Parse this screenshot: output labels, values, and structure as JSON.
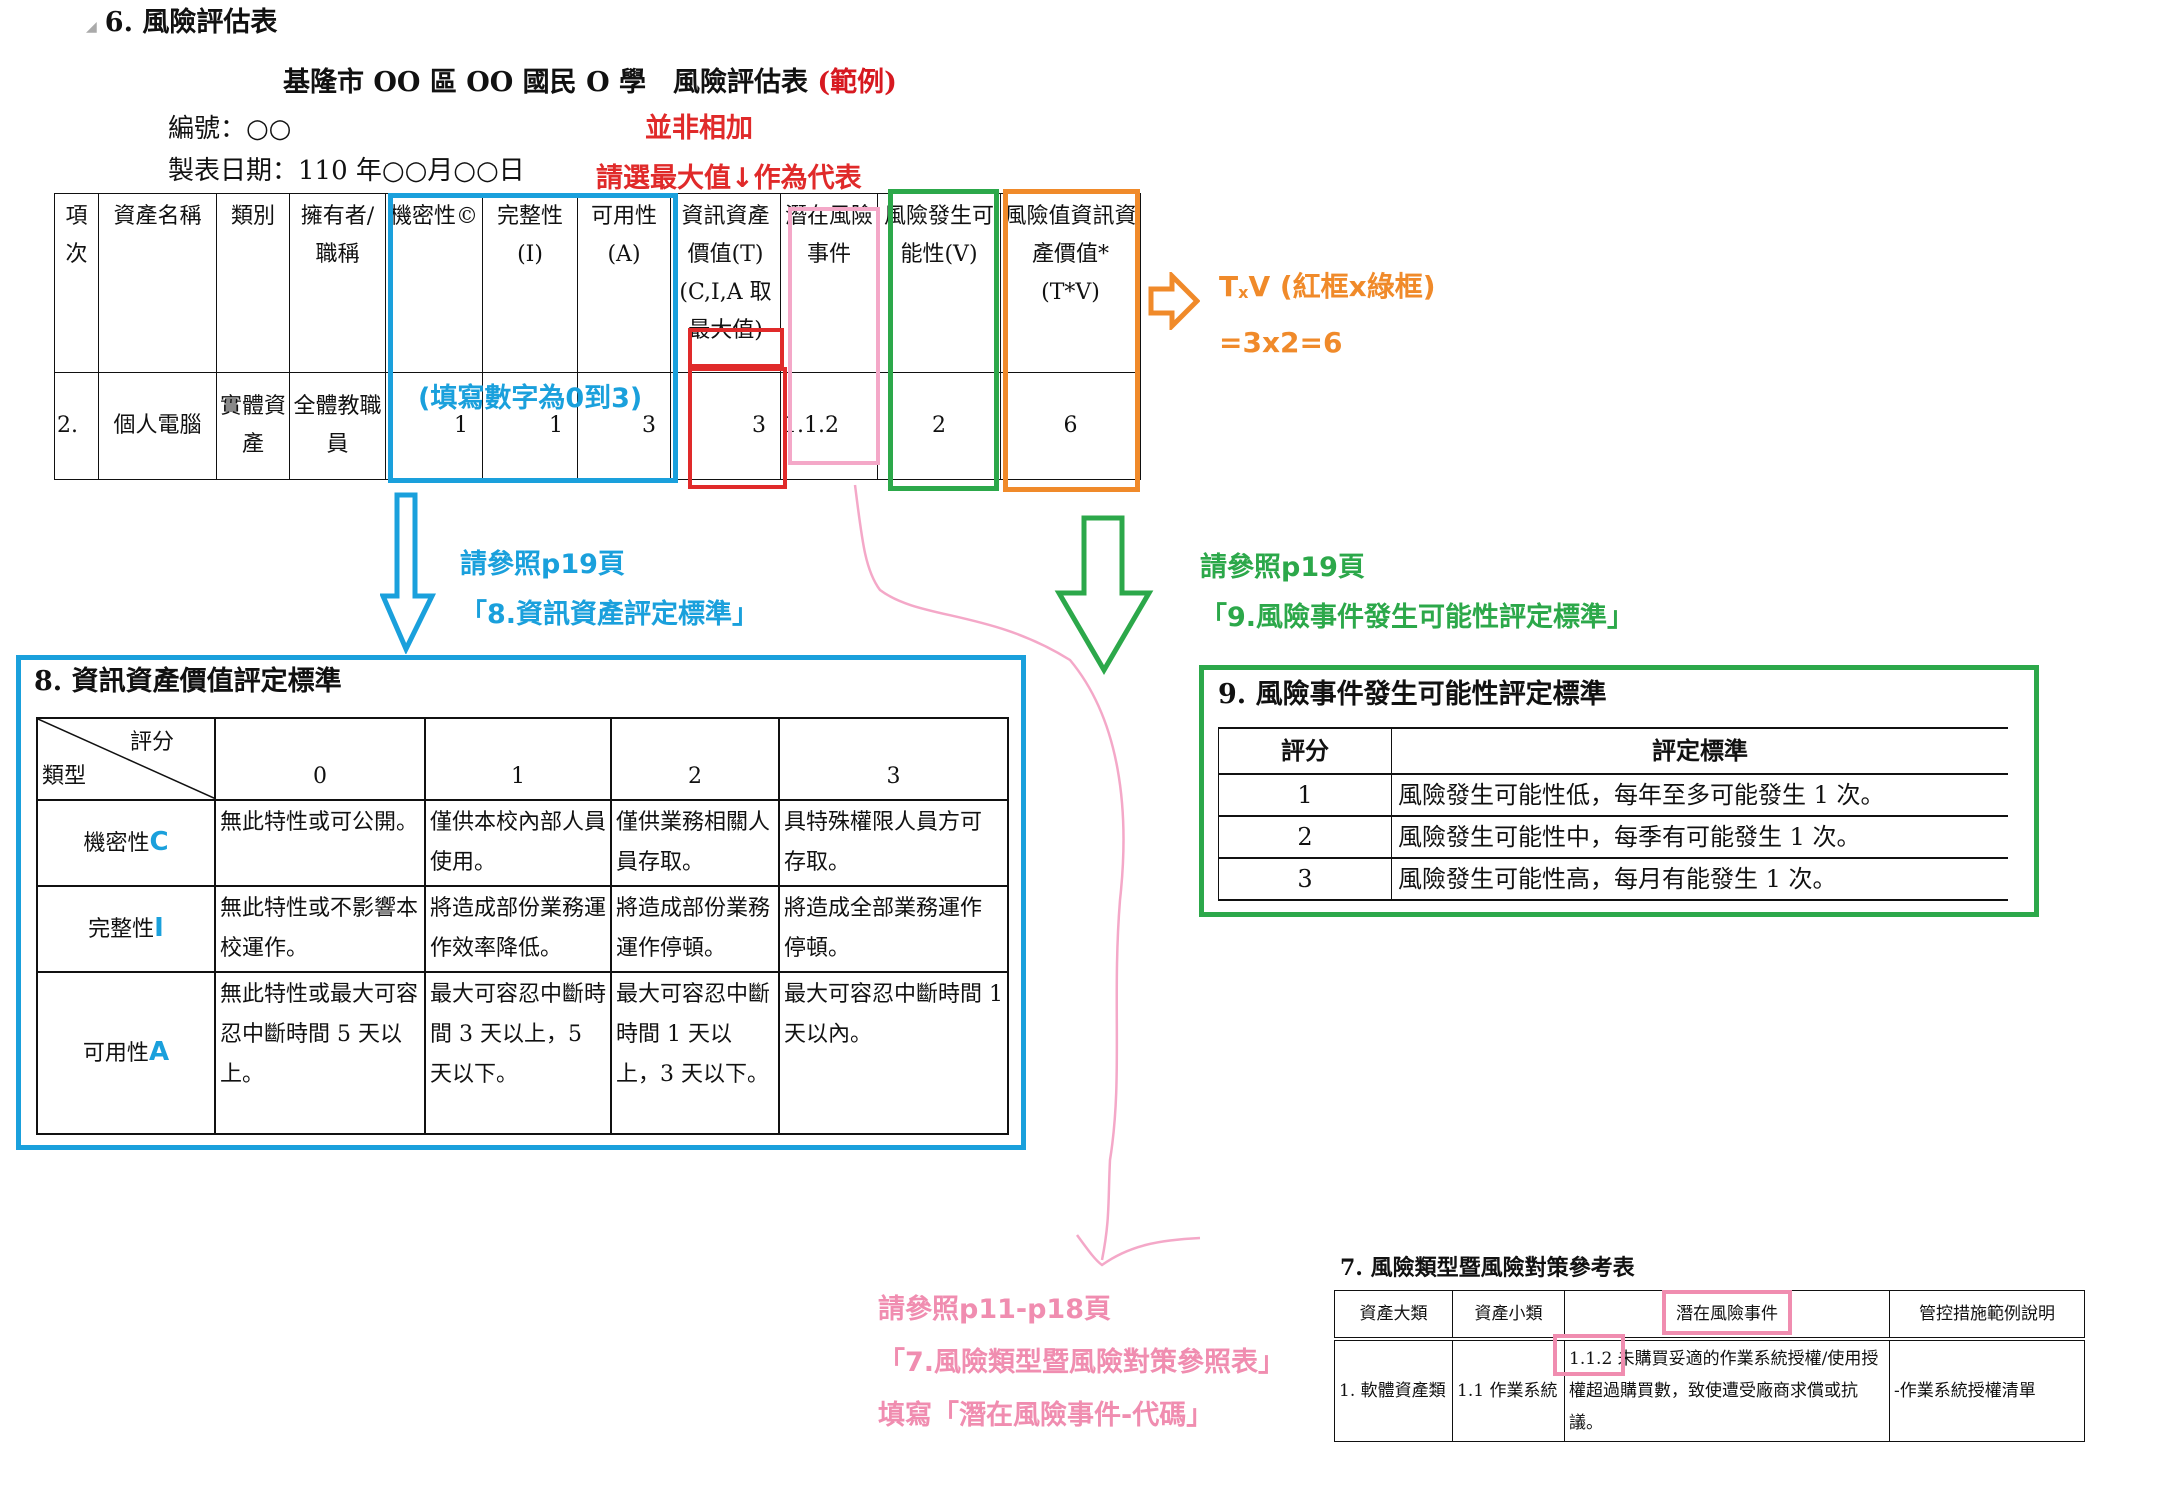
{
  "section6": {
    "heading": "6. 風險評估表",
    "doc_title": "基隆市 OO 區 OO 國民 O 學　風險評估表 ",
    "doc_title_example": "(範例)",
    "serial_label": "編號：○○",
    "date_label": "製表日期：110 年○○月○○日"
  },
  "annotations": {
    "not_sum": "並非相加",
    "pick_max": "請選最大值↓作為代表",
    "fill_range": "(填寫數字為0到3)",
    "txv_line1_t": "T",
    "txv_line1_x": "x",
    "txv_line1_rest": "V (紅框x綠框)",
    "txv_line2": "=3x2=6",
    "ref8_line1": "請參照p19頁",
    "ref8_line2": "「8.資訊資產評定標準」",
    "ref9_line1": "請參照p19頁",
    "ref9_line2": "「9.風險事件發生可能性評定標準」",
    "ref7_line1": "請參照p11-p18頁",
    "ref7_line2": "「7.風險類型暨風險對策參照表」",
    "ref7_line3": "填寫「潛在風險事件-代碼」"
  },
  "colors": {
    "blue": "#1aa0dc",
    "red": "#e02a2a",
    "green": "#2ca84a",
    "orange": "#f08a2a",
    "pink": "#f08db0"
  },
  "risk_table": {
    "headers": [
      "項次",
      "資產名稱",
      "類別",
      "擁有者/職稱",
      "機密性©",
      "完整性(I)",
      "可用性(A)",
      "資訊資產價值(T)(C,I,A 取",
      "最大值)",
      "潛在風險事件",
      "風險發生可能性(V)",
      "風險值資訊資產價值*(T*V)"
    ],
    "row": {
      "item_no": "2.",
      "asset_name": "個人電腦",
      "category": "實體資產",
      "owner": "全體教職員",
      "confidentiality": "1",
      "integrity": "1",
      "availability": "3",
      "asset_value": "3",
      "risk_event": "1.1.2",
      "likelihood": "2",
      "risk_value": "6"
    }
  },
  "section8": {
    "title": "8. 資訊資產價值評定標準",
    "corner_score": "評分",
    "corner_type": "類型",
    "scores": [
      "0",
      "1",
      "2",
      "3"
    ],
    "rows": [
      {
        "label": "機密性",
        "letter": "C",
        "cells": [
          "無此特性或可公開。",
          "僅供本校內部人員使用。",
          "僅供業務相關人員存取。",
          "具特殊權限人員方可存取。"
        ]
      },
      {
        "label": "完整性",
        "letter": "I",
        "cells": [
          "無此特性或不影響本校運作。",
          "將造成部份業務運作效率降低。",
          "將造成部份業務運作停頓。",
          "將造成全部業務運作停頓。"
        ]
      },
      {
        "label": "可用性",
        "letter": "A",
        "cells": [
          "無此特性或最大可容忍中斷時間 5 天以上。",
          "最大可容忍中斷時間 3 天以上，5 天以下。",
          "最大可容忍中斷時間 1 天以上，3 天以下。",
          "最大可容忍中斷時間 1 天以內。"
        ]
      }
    ]
  },
  "section9": {
    "title": "9. 風險事件發生可能性評定標準",
    "header_score": "評分",
    "header_criteria": "評定標準",
    "rows": [
      {
        "score": "1",
        "criteria": "風險發生可能性低，每年至多可能發生 1 次。"
      },
      {
        "score": "2",
        "criteria": "風險發生可能性中，每季有可能發生 1 次。"
      },
      {
        "score": "3",
        "criteria": "風險發生可能性高，每月有能發生 1 次。"
      }
    ]
  },
  "section7": {
    "title": "7. 風險類型暨風險對策參考表",
    "headers": [
      "資產大類",
      "資產小類",
      "潛在風險事件",
      "管控措施範例說明"
    ],
    "row": {
      "major": "1. 軟體資產類",
      "minor": "1.1 作業系統",
      "event_code": "1.1.2",
      "event_text": " 未購買妥適的作業系統授權/使用授權超過購買數，致使遭受廠商求償或抗議。",
      "control": "-作業系統授權清單"
    }
  }
}
